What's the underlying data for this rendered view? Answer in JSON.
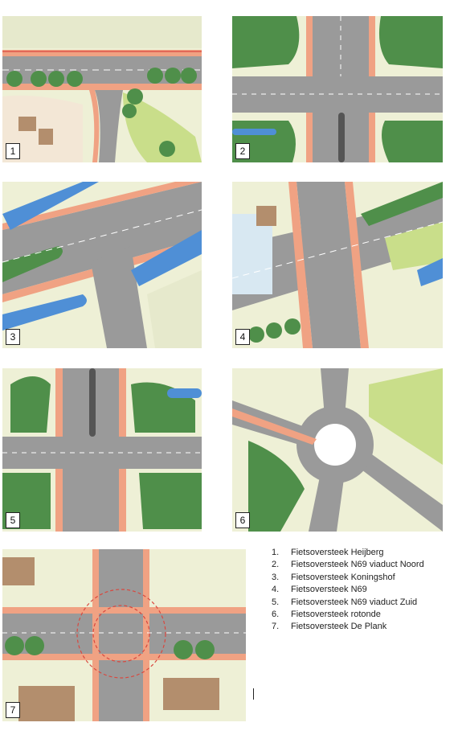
{
  "panels": [
    {
      "number": "1"
    },
    {
      "number": "2"
    },
    {
      "number": "3"
    },
    {
      "number": "4"
    },
    {
      "number": "5"
    },
    {
      "number": "6"
    },
    {
      "number": "7"
    }
  ],
  "legend": [
    {
      "num": "1.",
      "label": "Fietsoversteek Heijberg"
    },
    {
      "num": "2.",
      "label": "Fietsoversteek N69 viaduct Noord"
    },
    {
      "num": "3.",
      "label": "Fietsoversteek Koningshof"
    },
    {
      "num": "4.",
      "label": "Fietsoversteek N69"
    },
    {
      "num": "5.",
      "label": "Fietsoversteek N69 viaduct Zuid"
    },
    {
      "num": "6.",
      "label": "Fietsoversteek rotonde"
    },
    {
      "num": "7.",
      "label": "Fietsoversteek De Plank"
    }
  ],
  "colors": {
    "asphalt": "#9a9a9a",
    "cycle_path": "#f0a283",
    "verge": "#c9de8a",
    "hedge": "#4f8f4a",
    "water": "#4f8fd6",
    "building": "#b38e6d",
    "field": "#eef0d6"
  }
}
